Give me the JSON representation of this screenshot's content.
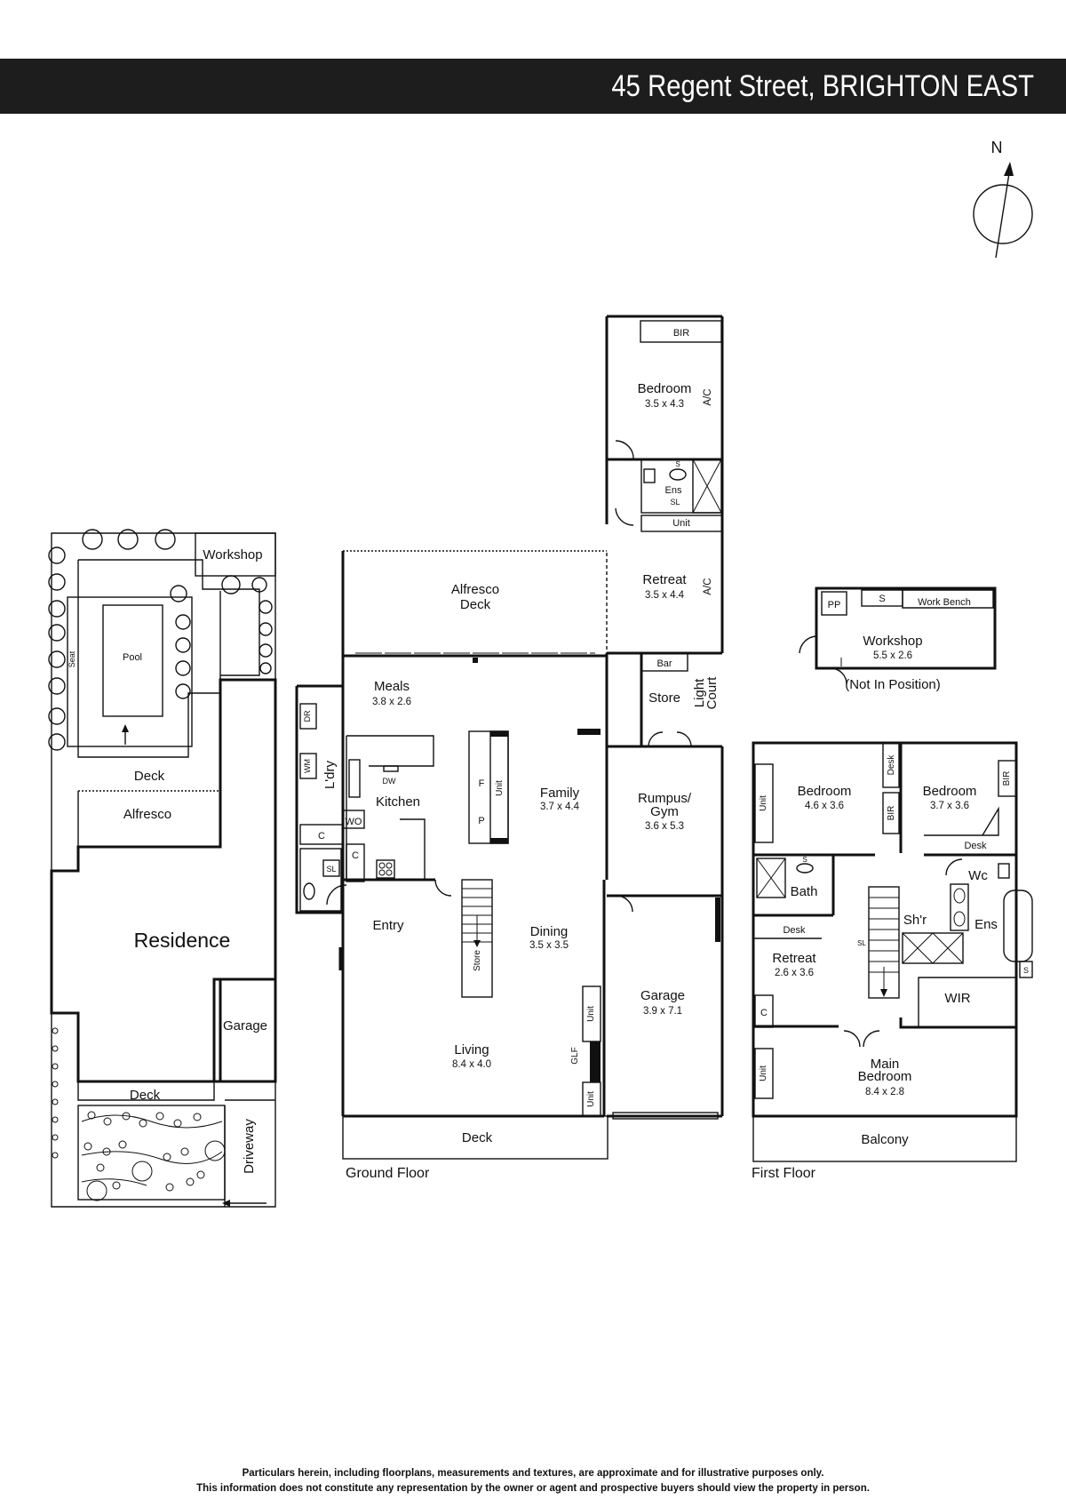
{
  "header": {
    "title": "45 Regent Street, BRIGHTON EAST"
  },
  "compass": {
    "label": "N"
  },
  "site_plan": {
    "workshop": "Workshop",
    "pool": "Pool",
    "seat": "Seat",
    "deck_top": "Deck",
    "alfresco": "Alfresco",
    "residence": "Residence",
    "garage": "Garage",
    "deck_bottom": "Deck",
    "driveway": "Driveway"
  },
  "ground_floor": {
    "caption": "Ground Floor",
    "bedroom": {
      "name": "Bedroom",
      "dims": "3.5 x 4.3"
    },
    "bir": "BIR",
    "ac1": "A/C",
    "ac2": "A/C",
    "ens": "Ens",
    "s": "S",
    "sl": "SL",
    "unit_bed": "Unit",
    "retreat": {
      "name": "Retreat",
      "dims": "3.5 x 4.4"
    },
    "alfresco_deck": {
      "line1": "Alfresco",
      "line2": "Deck"
    },
    "bar": "Bar",
    "store": "Store",
    "light_court": {
      "line1": "Light",
      "line2": "Court"
    },
    "meals": {
      "name": "Meals",
      "dims": "3.8 x 2.6"
    },
    "laundry": "L'dry",
    "dr": "DR",
    "wm": "WM",
    "dw": "DW",
    "kitchen": "Kitchen",
    "wo": "WO",
    "c1": "C",
    "c2": "C",
    "sl_l": "SL",
    "f": "F",
    "p": "P",
    "unit_family": "Unit",
    "family": {
      "name": "Family",
      "dims": "3.7 x 4.4"
    },
    "rumpus": {
      "line1": "Rumpus/",
      "line2": "Gym",
      "dims": "3.6 x 5.3"
    },
    "entry": "Entry",
    "store_stair": "Store",
    "dining": {
      "name": "Dining",
      "dims": "3.5 x 3.5"
    },
    "garage": {
      "name": "Garage",
      "dims": "3.9 x 7.1"
    },
    "living": {
      "name": "Living",
      "dims": "8.4 x 4.0"
    },
    "unit_a": "Unit",
    "glf": "GLF",
    "unit_b": "Unit",
    "deck": "Deck"
  },
  "first_floor": {
    "caption": "First Floor",
    "bedroom1": {
      "name": "Bedroom",
      "dims": "4.6 x 3.6"
    },
    "bedroom2": {
      "name": "Bedroom",
      "dims": "3.7 x 3.6"
    },
    "unit_top": "Unit",
    "desk_v": "Desk",
    "bir_v": "BIR",
    "bir_r": "BIR",
    "desk_r": "Desk",
    "bath": "Bath",
    "s_bath": "S",
    "wc": "Wc",
    "shr": "Sh'r",
    "ens": "Ens",
    "sl": "SL",
    "s_ens": "S",
    "desk_retreat": "Desk",
    "retreat": {
      "name": "Retreat",
      "dims": "2.6 x 3.6"
    },
    "c": "C",
    "wir": "WIR",
    "main": {
      "line1": "Main",
      "line2": "Bedroom",
      "dims": "8.4 x 2.8"
    },
    "unit_bottom": "Unit",
    "balcony": "Balcony"
  },
  "workshop_detail": {
    "pp": "PP",
    "s": "S",
    "work_bench": "Work Bench",
    "name": "Workshop",
    "dims": "5.5 x 2.6",
    "note": "(Not In Position)"
  },
  "disclaimer": {
    "line1": "Particulars herein, including floorplans, measurements and textures, are approximate and for illustrative purposes only.",
    "line2": "This information does not constitute any representation by the owner or agent and prospective buyers should view the property in person."
  }
}
